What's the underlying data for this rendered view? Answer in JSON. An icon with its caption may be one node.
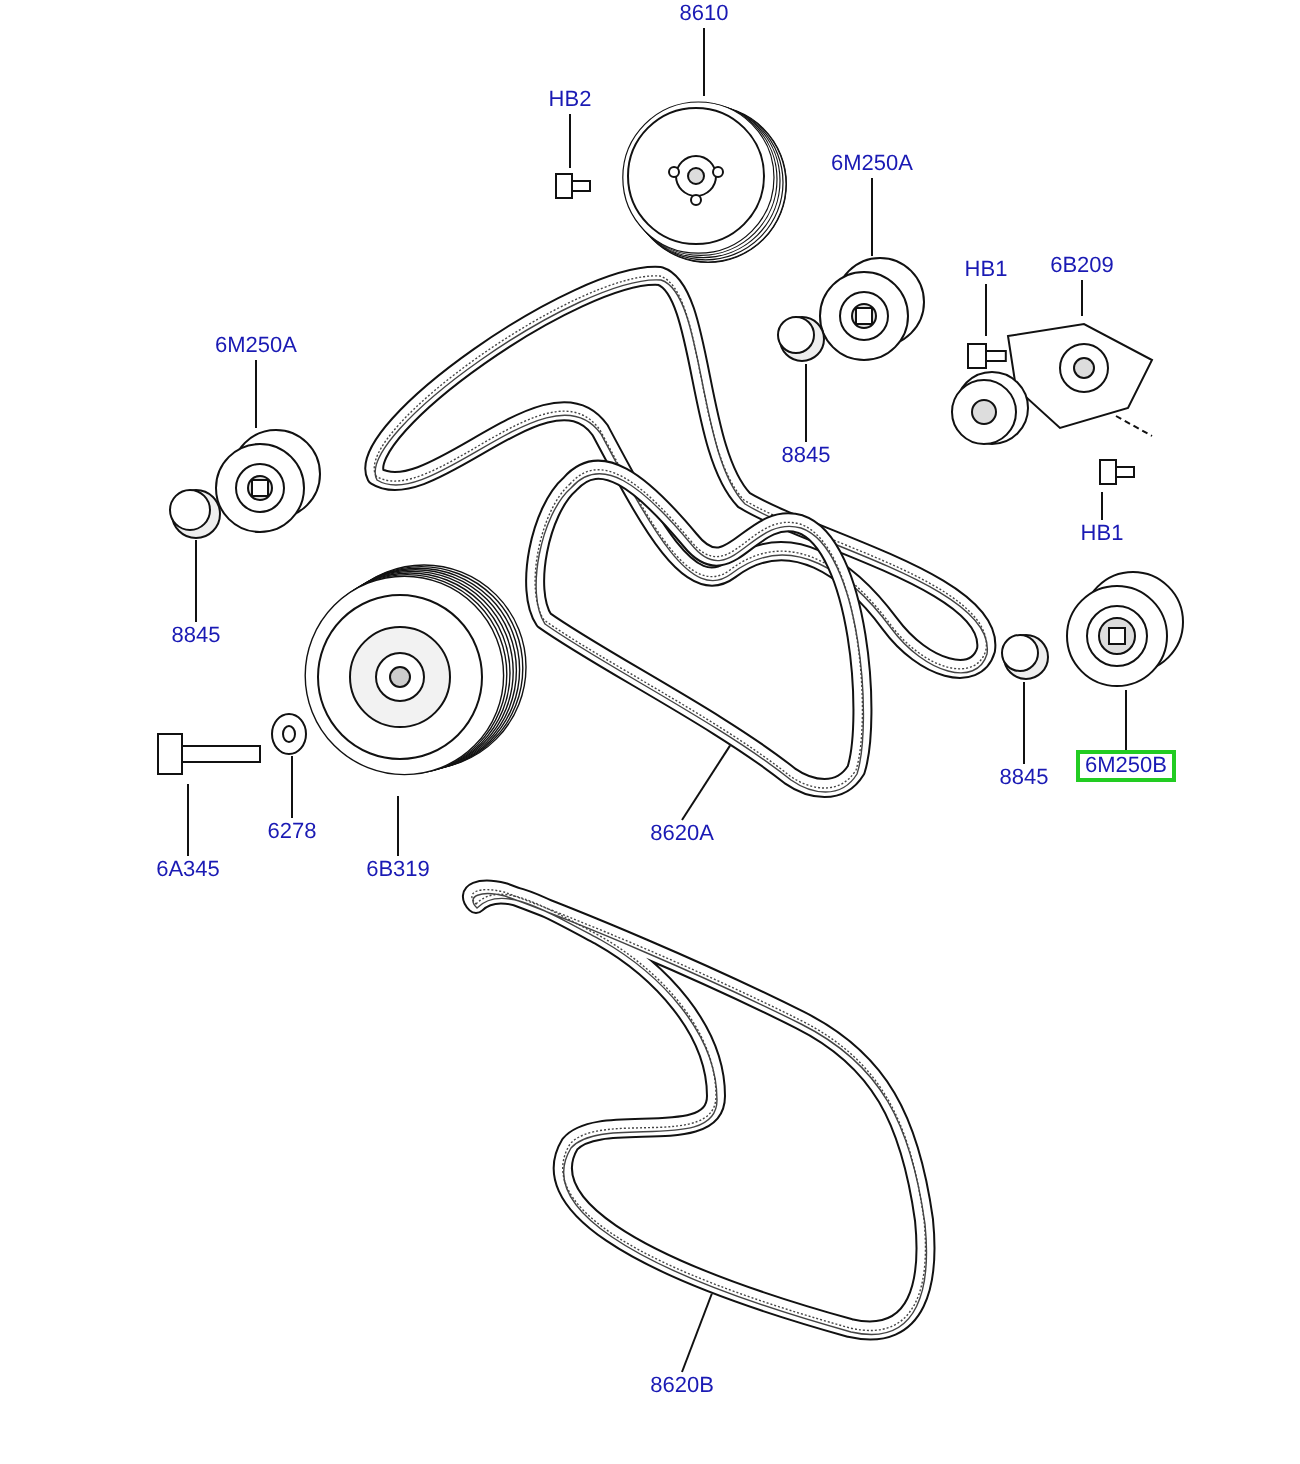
{
  "diagram": {
    "nodes": [
      {
        "text": [
          "8610"
        ]
      },
      {
        "text": [],
        "shape": "picture"
      },
      {
        "text": [
          "HB2"
        ]
      },
      {
        "text": [],
        "shape": "picture"
      },
      {
        "text": [
          "6M250A"
        ]
      },
      {
        "text": [],
        "shape": "picture"
      },
      {
        "text": [
          "8845"
        ]
      },
      {
        "text": [],
        "shape": "picture"
      },
      {
        "text": [
          "HB1"
        ]
      },
      {
        "text": [],
        "shape": "picture"
      },
      {
        "text": [
          "6B209"
        ]
      },
      {
        "text": [],
        "shape": "picture"
      },
      {
        "text": [
          "HB1"
        ]
      },
      {
        "text": [],
        "shape": "picture"
      },
      {
        "text": [
          "6M250A"
        ]
      },
      {
        "text": [],
        "shape": "picture"
      },
      {
        "text": [
          "8845"
        ]
      },
      {
        "text": [],
        "shape": "picture"
      },
      {
        "text": [
          "8845"
        ]
      },
      {
        "text": [],
        "shape": "picture"
      },
      {
        "text": [
          "6M250B"
        ]
      },
      {
        "text": [],
        "shape": "picture"
      },
      {
        "text": [
          "6A345"
        ]
      },
      {
        "text": [],
        "shape": "picture"
      },
      {
        "text": [
          "6278"
        ]
      },
      {
        "text": [],
        "shape": "picture"
      },
      {
        "text": [
          "6B319"
        ]
      },
      {
        "text": [],
        "shape": "picture"
      },
      {
        "text": [
          "8620A"
        ]
      },
      {
        "text": [],
        "shape": "picture"
      },
      {
        "text": [
          "8620B"
        ]
      },
      {
        "text": [],
        "shape": "picture"
      }
    ],
    "edges": [
      {
        "from": 0,
        "to": 1,
        "arrow": "none"
      },
      {
        "from": 2,
        "to": 3,
        "arrow": "none"
      },
      {
        "from": 4,
        "to": 5,
        "arrow": "none"
      },
      {
        "from": 6,
        "to": 7,
        "arrow": "none"
      },
      {
        "from": 8,
        "to": 9,
        "arrow": "none"
      },
      {
        "from": 10,
        "to": 11,
        "arrow": "none"
      },
      {
        "from": 12,
        "to": 13,
        "arrow": "none"
      },
      {
        "from": 14,
        "to": 15,
        "arrow": "none"
      },
      {
        "from": 16,
        "to": 17,
        "arrow": "none"
      },
      {
        "from": 18,
        "to": 19,
        "arrow": "none"
      },
      {
        "from": 20,
        "to": 21,
        "arrow": "none"
      },
      {
        "from": 22,
        "to": 23,
        "arrow": "none"
      },
      {
        "from": 24,
        "to": 25,
        "arrow": "none"
      },
      {
        "from": 26,
        "to": 27,
        "arrow": "none"
      },
      {
        "from": 28,
        "to": 29,
        "arrow": "none"
      },
      {
        "from": 30,
        "to": 31,
        "arrow": "none"
      }
    ]
  }
}
